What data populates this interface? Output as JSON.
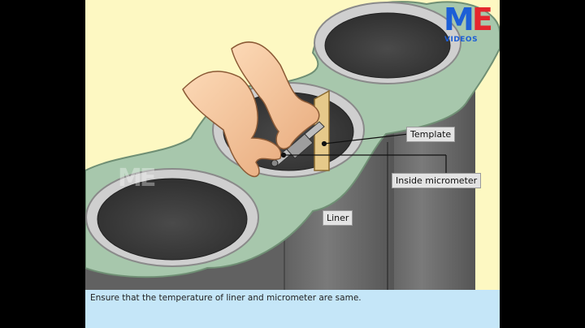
{
  "labels": {
    "template": "Template",
    "inside_micrometer": "Inside micrometer",
    "liner": "Liner"
  },
  "caption": "Ensure that the temperature of liner and micrometer are same.",
  "logo": {
    "brand_m": "M",
    "brand_e": "E",
    "sub": "VIDEOS"
  },
  "watermark": "ME",
  "colors": {
    "background": "#fdf8c2",
    "block_green": "#a7c7ac",
    "liner_gray": "#6c6c6c",
    "caption_bar": "#c5e6f8",
    "logo_blue": "#1d5fd6",
    "logo_red": "#e4262d"
  }
}
